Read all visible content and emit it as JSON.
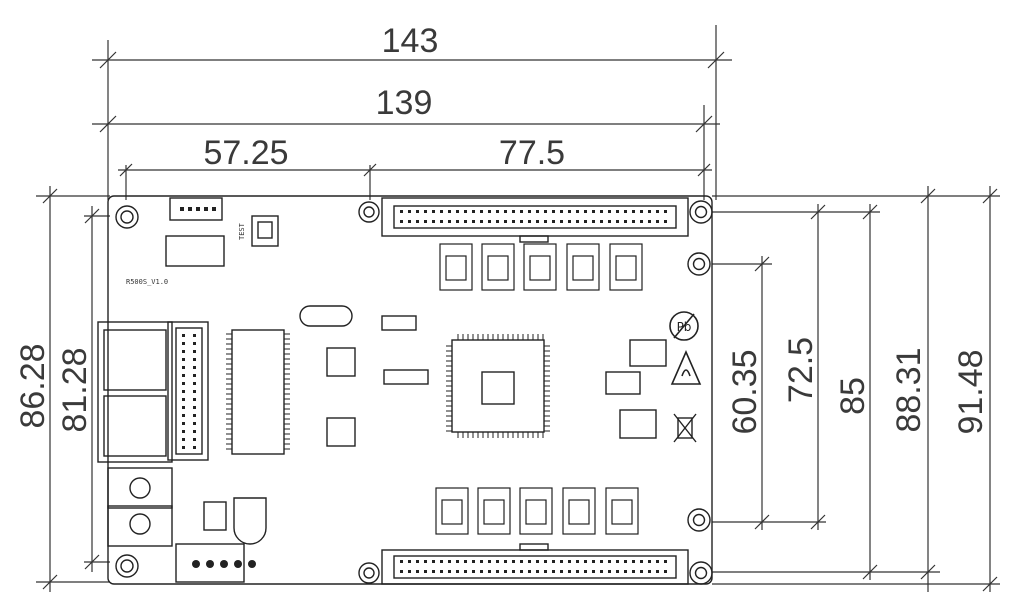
{
  "dimensions": {
    "top_overall": "143",
    "top_inner": "139",
    "top_left_hole": "57.25",
    "top_connector": "77.5",
    "left_overall": "86.28",
    "left_inner": "81.28",
    "right_holes": "60.35",
    "right_connector": "72.5",
    "right_holes_outer": "85",
    "right_inner": "88.31",
    "right_overall": "91.48"
  },
  "board": {
    "model_label": "R500S_V1.0",
    "test_label": "TEST"
  },
  "colors": {
    "line": "#222222",
    "dim": "#333333",
    "dim_text": "#3a3a3a"
  },
  "icons": [
    "pb-free-icon",
    "esd-warning-icon",
    "weee-bin-icon"
  ]
}
